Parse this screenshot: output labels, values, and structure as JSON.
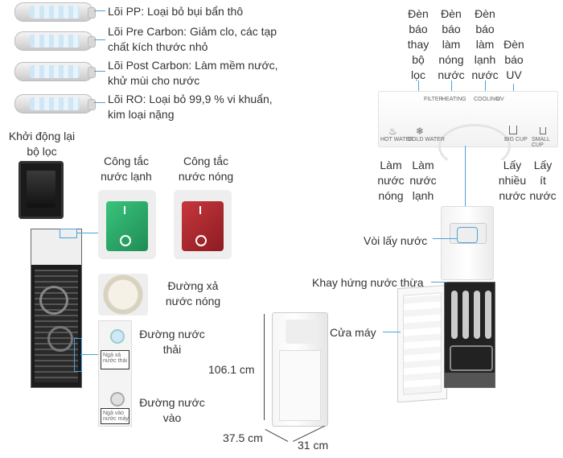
{
  "filters": [
    {
      "label": "Lõi PP: Loại bỏ bụi bẩn thô"
    },
    {
      "label": "Lõi Pre Carbon: Giảm clo, các tạp",
      "label2": "chất kích thước nhỏ"
    },
    {
      "label": "Lõi Post Carbon: Làm mềm nước,",
      "label2": "khử mùi cho nước"
    },
    {
      "label": "Lõi RO: Loại bỏ 99,9 % vi khuẩn,",
      "label2": "kim loại nặng"
    }
  ],
  "reset": {
    "line1": "Khởi động lại",
    "line2": "bộ lọc"
  },
  "switches": {
    "cold": {
      "line1": "Công tắc",
      "line2": "nước lạnh",
      "color": "#2aa86a"
    },
    "hot": {
      "line1": "Công tắc",
      "line2": "nước nóng",
      "color": "#b0242b"
    }
  },
  "drains": {
    "hot_drain": {
      "line1": "Đường xả",
      "line2": "nước nóng"
    },
    "waste": {
      "line1": "Đường nước",
      "line2": "thải"
    },
    "inlet": {
      "line1": "Đường nước",
      "line2": "vào"
    },
    "tag_waste": "Ngả xả nước thải",
    "tag_inlet": "Ngả vào nước máy"
  },
  "indicators": {
    "filter": [
      "Đèn",
      "báo",
      "thay",
      "bộ",
      "lọc"
    ],
    "heating": [
      "Đèn",
      "báo",
      "làm",
      "nóng",
      "nước"
    ],
    "cooling": [
      "Đèn",
      "báo",
      "làm",
      "lạnh",
      "nước"
    ],
    "uv": [
      "Đèn",
      "báo",
      "UV"
    ]
  },
  "panel": {
    "filter_text": "FILTER",
    "heating_text": "HEATING",
    "cooling_text": "COOLING",
    "uv_text": "UV",
    "hot_water_text": "HOT WATER",
    "cold_water_text": "COLD WATER",
    "big_cup_text": "BIG CUP",
    "small_cup_text": "SMALL CUP"
  },
  "buttons": {
    "hot": [
      "Làm",
      "nước",
      "nóng"
    ],
    "cold": [
      "Làm",
      "nước",
      "lạnh"
    ],
    "big": [
      "Lấy",
      "nhiều",
      "nước"
    ],
    "small": [
      "Lấy",
      "ít",
      "nước"
    ]
  },
  "parts": {
    "tap": "Vòi lấy nước",
    "tray": "Khay hứng nước thừa",
    "door": "Cửa máy"
  },
  "dimensions": {
    "height": "106.1 cm",
    "depth": "37.5 cm",
    "width": "31 cm"
  },
  "colors": {
    "accent": "#4aa3df",
    "green": "#2aa86a",
    "red": "#b0242b"
  }
}
